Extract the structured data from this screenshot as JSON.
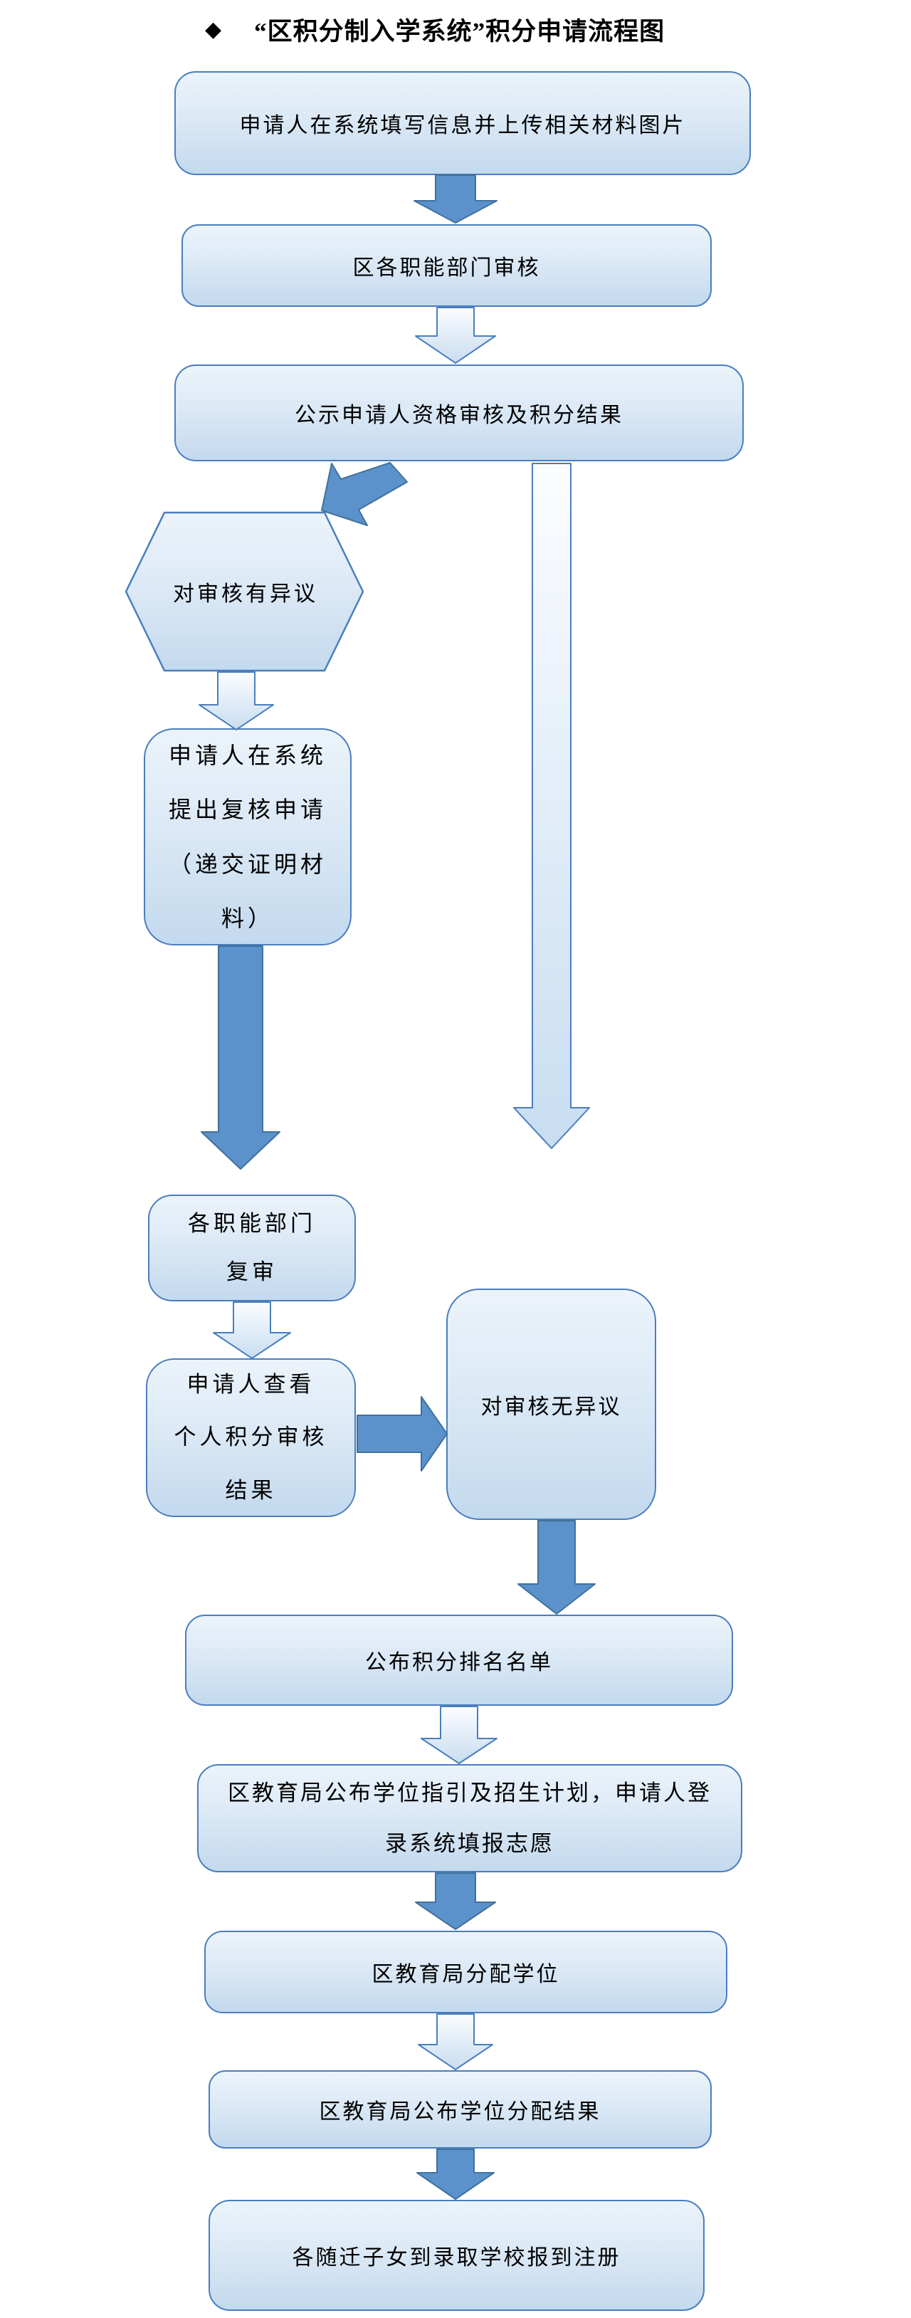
{
  "title": {
    "bullet": "◆",
    "text": "“区积分制入学系统”积分申请流程图"
  },
  "nodes": [
    {
      "id": "fill-info",
      "shape": "rounded-rect",
      "label": "申请人在系统填写信息并上传相关材料图片"
    },
    {
      "id": "dept-review",
      "shape": "rounded-rect",
      "label": "区各职能部门审核"
    },
    {
      "id": "publish-results",
      "shape": "rounded-rect",
      "label": "公示申请人资格审核及积分结果"
    },
    {
      "id": "has-objection",
      "shape": "hexagon",
      "label": "对审核有异议"
    },
    {
      "id": "recheck-apply",
      "shape": "rounded-rect",
      "label": "申请人在系统\n提出复核申请\n（递交证明材\n料）"
    },
    {
      "id": "dept-recheck",
      "shape": "rounded-rect",
      "label": "各职能部门\n复审"
    },
    {
      "id": "view-result",
      "shape": "rounded-rect",
      "label": "申请人查看\n个人积分审核\n结果"
    },
    {
      "id": "no-objection",
      "shape": "rounded-rect",
      "label": "对审核无异议"
    },
    {
      "id": "publish-ranking",
      "shape": "rounded-rect",
      "label": "公布积分排名名单"
    },
    {
      "id": "publish-plan",
      "shape": "rounded-rect",
      "label": "区教育局公布学位指引及招生计划，申请人登\n录系统填报志愿"
    },
    {
      "id": "allocate-places",
      "shape": "rounded-rect",
      "label": "区教育局分配学位"
    },
    {
      "id": "publish-allocation",
      "shape": "rounded-rect",
      "label": "区教育局公布学位分配结果"
    },
    {
      "id": "register-school",
      "shape": "rounded-rect",
      "label": "各随迁子女到录取学校报到注册"
    }
  ],
  "edges": [
    {
      "from": "fill-info",
      "to": "dept-review",
      "style": "solid"
    },
    {
      "from": "dept-review",
      "to": "publish-results",
      "style": "light"
    },
    {
      "from": "publish-results",
      "to": "has-objection",
      "style": "solid-bent"
    },
    {
      "from": "publish-results",
      "to": "no-objection",
      "style": "light-long"
    },
    {
      "from": "has-objection",
      "to": "recheck-apply",
      "style": "light"
    },
    {
      "from": "recheck-apply",
      "to": "dept-recheck",
      "style": "solid-long"
    },
    {
      "from": "dept-recheck",
      "to": "view-result",
      "style": "light"
    },
    {
      "from": "view-result",
      "to": "no-objection",
      "style": "solid-right"
    },
    {
      "from": "no-objection",
      "to": "publish-ranking",
      "style": "solid"
    },
    {
      "from": "publish-ranking",
      "to": "publish-plan",
      "style": "light"
    },
    {
      "from": "publish-plan",
      "to": "allocate-places",
      "style": "solid"
    },
    {
      "from": "allocate-places",
      "to": "publish-allocation",
      "style": "light"
    },
    {
      "from": "publish-allocation",
      "to": "register-school",
      "style": "solid"
    }
  ],
  "colors": {
    "node_border": "#4a7ebd",
    "node_fill_top": "#ecf3fa",
    "node_fill_mid": "#ddeaf6",
    "node_fill_bottom": "#c3d9ee",
    "solid_arrow": "#5b92cb",
    "solid_arrow_border": "#41719c",
    "light_arrow_top": "#fcfdff",
    "light_arrow_bottom": "#c8ddf1",
    "text": "#000000",
    "background": "#ffffff"
  }
}
